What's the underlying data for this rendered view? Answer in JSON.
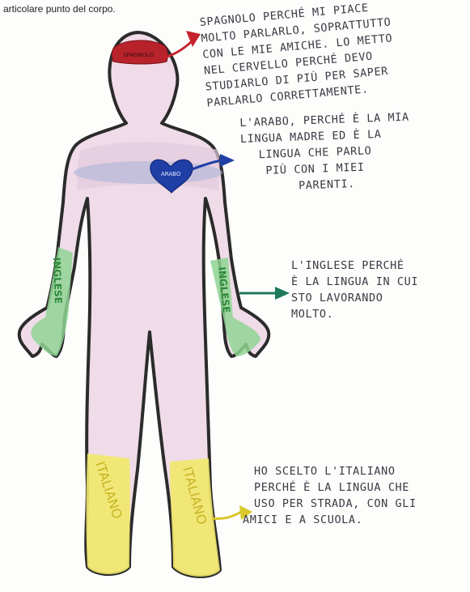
{
  "header": {
    "text": "articolare punto del corpo."
  },
  "body_labels": {
    "head": "SPAGNOLO",
    "heart": "ARABO",
    "left_arm": "INGLESE",
    "right_arm": "INGLESE",
    "left_leg": "ITALIANO",
    "right_leg": "ITALIANO"
  },
  "notes": {
    "spanish": [
      "SPAGNOLO PERCHÉ MI PIACE",
      "MOLTO PARLARLO, SOPRATTUTTO",
      "CON LE MIE AMICHE. LO METTO",
      "NEL CERVELLO PERCHÉ DEVO",
      "STUDIARLO DI PIÙ PER SAPER",
      "PARLARLO CORRETTAMENTE."
    ],
    "arabic": [
      "L'ARABO, PERCHÉ È LA MIA",
      "LINGUA MADRE ED È LA",
      "LINGUA CHE PARLO",
      "PIÙ CON I MIEI",
      "PARENTI."
    ],
    "english": [
      "L'INGLESE PERCHÉ",
      "È LA LINGUA IN CUI",
      "STO LAVORANDO",
      "MOLTO."
    ],
    "italian": [
      "HO SCELTO L'ITALIANO",
      "PERCHÉ È LA LINGUA CHE",
      "USO PER STRADA, CON GLI",
      "AMICI E A SCUOLA."
    ]
  },
  "colors": {
    "spanish": "#b8232b",
    "arabic": "#1f3fa6",
    "english": "#2f9a4a",
    "english_arrow": "#1f7a5a",
    "italian": "#e4de3a",
    "body_fill": "#efdce8",
    "outline": "#2b2b2b"
  }
}
